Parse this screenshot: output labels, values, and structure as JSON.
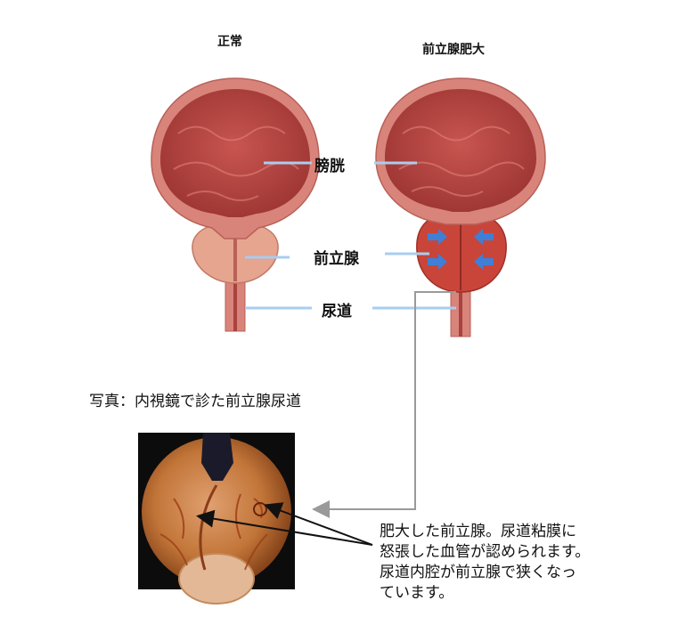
{
  "headers": {
    "normal": "正常",
    "enlarged": "前立腺肥大"
  },
  "labels": {
    "bladder": "膀胱",
    "prostate": "前立腺",
    "urethra": "尿道"
  },
  "photo_caption": "写真：内視鏡で診た前立腺尿道",
  "description_lines": [
    "肥大した前立腺。尿道粘膜に",
    "怒張した血管が認められます。",
    "尿道内腔が前立腺で狭くなっ",
    "ています。"
  ],
  "colors": {
    "bladder_wall": "#d9847a",
    "bladder_inner": "#b8443f",
    "prostate_normal": "#e6a58f",
    "prostate_enlarged": "#c9453a",
    "pointer_line": "#a9cdf0",
    "arrow_blue": "#3f7fd6"
  }
}
